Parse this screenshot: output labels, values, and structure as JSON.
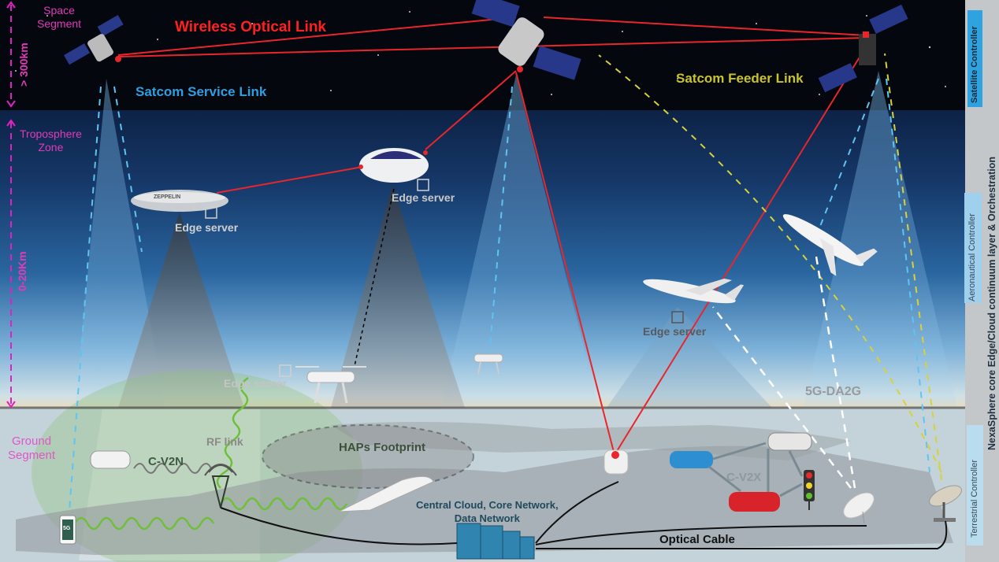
{
  "zones": {
    "space": {
      "title_line1": "Space",
      "title_line2": "Segment",
      "altitude": "> 300km"
    },
    "troposphere": {
      "title_line1": "Troposphere",
      "title_line2": "Zone",
      "altitude": "0-20Km"
    },
    "ground": {
      "title_line1": "Ground",
      "title_line2": "Segment"
    }
  },
  "links": {
    "wireless_optical": "Wireless Optical Link",
    "satcom_service": "Satcom Service Link",
    "satcom_feeder": "Satcom Feeder Link",
    "rf_link": "RF link",
    "c_v2n": "C-V2N",
    "c_v2x": "C-V2X",
    "five_g_da2g": "5G-DA2G",
    "optical_cable": "Optical Cable"
  },
  "nodes": {
    "edge_server_zeppelin": "Edge server",
    "edge_server_haps": "Edge server",
    "edge_server_drone": "Edge server",
    "edge_server_aircraft": "Edge server",
    "zeppelin_text": "ZEPPELIN",
    "phone_text": "5G",
    "haps_footprint": "HAPs Footprint",
    "central_cloud_line1": "Central Cloud, Core Network,",
    "central_cloud_line2": "Data Network"
  },
  "controllers": {
    "satellite": "Satellite  Controller",
    "aeronautical": "Aeronautical  Controller",
    "terrestrial": "Terrestrial  Controller",
    "orchestration": "NexaSphere core Edge/Cloud continuum layer & Orchestration"
  },
  "colors": {
    "zone_label": "#e03bb8",
    "optical_red": "#e8262b",
    "service_blue": "#2e9fe0",
    "feeder_yellow": "#c9c42a",
    "controller_blue": "#2ea3e0",
    "controller_light": "#9fd0ee"
  }
}
